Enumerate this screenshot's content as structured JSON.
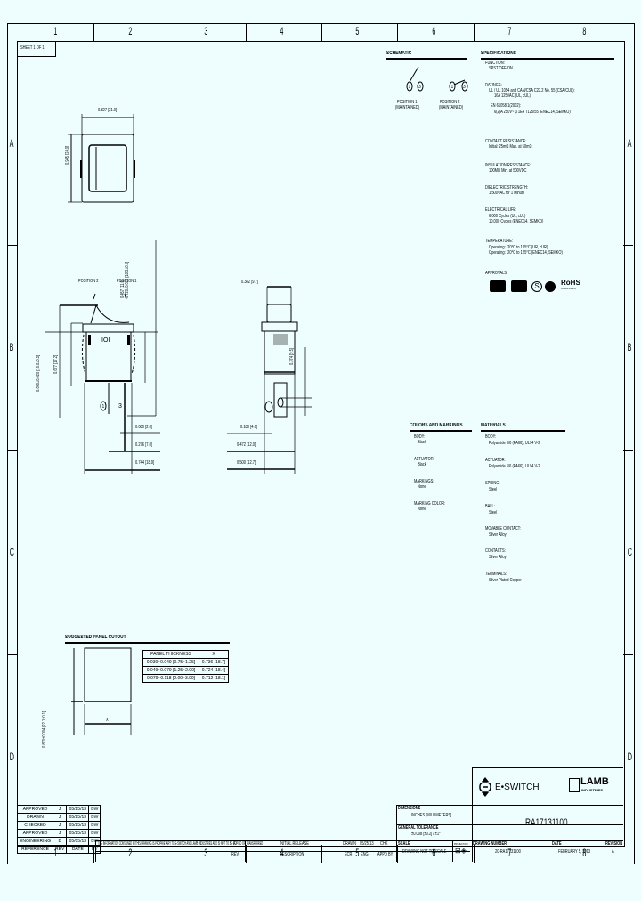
{
  "frame": {
    "columns": [
      "1",
      "2",
      "3",
      "4",
      "5",
      "6",
      "7",
      "8"
    ],
    "rows": [
      "A",
      "B",
      "C",
      "D"
    ],
    "sheet": "SHEET 1 OF 1",
    "background": "#eefeff"
  },
  "schematic": {
    "title": "SCHEMATIC",
    "positions": [
      {
        "label": "POSITION 1",
        "sub": "(MAINTAINED)",
        "terminals": [
          "1",
          "3"
        ]
      },
      {
        "label": "POSITION 2",
        "sub": "(MAINTAINED)",
        "terminals": [
          "1",
          "3"
        ]
      }
    ]
  },
  "specifications": {
    "title": "SPECIFICATIONS",
    "items": [
      {
        "label": "FUNCTION:",
        "values": [
          "SPST OFF-ON"
        ]
      },
      {
        "label": "RATINGS:",
        "values": [
          "UL / UL 1054 and CAN/CSA C22.2 No. 55 (CSA/CUL):",
          "16A 125VAC (UL, cUL)",
          "EN 61058-1(2002):",
          "6(2)A 250V~ μ 1E4 T125/55 (ENEC14, SEMKO)"
        ]
      },
      {
        "label": "CONTACT RESISTANCE:",
        "values": [
          "Initial: 25mΩ Max. at 50mΩ"
        ]
      },
      {
        "label": "INSULATION RESISTANCE:",
        "values": [
          "100MΩ Min. at 500VDC"
        ]
      },
      {
        "label": "DIELECTRIC STRENGTH:",
        "values": [
          "1,500VAC for 1 Minute"
        ]
      },
      {
        "label": "ELECTRICAL LIFE:",
        "values": [
          "6,000 Cycles (UL, cUL)",
          "10,000 Cycles (ENEC14, SEMKO)"
        ]
      },
      {
        "label": "TEMPERATURE:",
        "values": [
          "Operating: -20°C to 105°C (UR, cUR)",
          "Operating: -20°C to 125°C (ENEC14, SEMKO)"
        ]
      },
      {
        "label": "APPROVALS:",
        "values": []
      }
    ],
    "approvals": [
      "UR",
      "cUR",
      "S",
      "ENEC",
      "RoHS COMPLIANT"
    ]
  },
  "colors_markings": {
    "title": "COLORS AND MARKINGS",
    "items": [
      {
        "label": "BODY:",
        "value": "Black"
      },
      {
        "label": "ACTUATOR:",
        "value": "Black"
      },
      {
        "label": "MARKINGS:",
        "value": "None"
      },
      {
        "label": "MARKING COLOR:",
        "value": "None"
      }
    ]
  },
  "materials": {
    "title": "MATERIALS",
    "items": [
      {
        "label": "BODY:",
        "value": "Polyamide 6/6 (PA66), UL94 V-2"
      },
      {
        "label": "ACTUATOR:",
        "value": "Polyamide 6/6 (PA66), UL94 V-2"
      },
      {
        "label": "SPRING:",
        "value": "Steel"
      },
      {
        "label": "BALL:",
        "value": "Steel"
      },
      {
        "label": "MOVABLE CONTACT:",
        "value": "Silver Alloy"
      },
      {
        "label": "CONTACTS:",
        "value": "Silver Alloy"
      },
      {
        "label": "TERMINALS:",
        "value": "Silver Plated Copper"
      }
    ]
  },
  "dimensions": {
    "top_width": "0.827 [21.0]",
    "top_height": "0.945 [24.0]",
    "pos2": "POSITION 2",
    "pos1": "POSITION 1",
    "h1": "0.457 [11.6]",
    "h2": "0.720±0.020 [18.3±0.5]",
    "h3": "0.630±0.020 [16.0±0.5]",
    "h4": "0.677 [17.2]",
    "w1": "0.080 [2.0]",
    "w2": "0.276 [7.0]",
    "w3": "0.744 [18.9]",
    "side_top": "0.382 [9.7]",
    "side_w1": "0.180 [4.6]",
    "side_w2": "0.472 [12.0]",
    "side_w3": "0.500 [12.7]",
    "side_h": "0.374 [9.5]",
    "terminal_1": "1",
    "terminal_3": "3"
  },
  "panel_cutout": {
    "title": "SUGGESTED PANEL CUTOUT",
    "x_label": "X",
    "y_label": "0.870±0.004 [22.1±0.1]",
    "headers": [
      "PANEL THICKNESS",
      "X"
    ],
    "rows": [
      [
        "0.030~0.049 [0.75~1.25]",
        "0.736 [18.7]"
      ],
      [
        "0.049~0.079 [1.25~2.00]",
        "0.724 [18.4]"
      ],
      [
        "0.079~0.118 [2.00~3.00]",
        "0.712 [18.1]"
      ]
    ]
  },
  "revision_table": {
    "rows": [
      [
        "APPROVED",
        "J",
        "05/25/13",
        "BW"
      ],
      [
        "DRAWN",
        "J",
        "05/25/13",
        "BW"
      ],
      [
        "CHECKED",
        "J",
        "05/25/13",
        "BW"
      ],
      [
        "APPROVED",
        "J",
        "05/25/13",
        "BW"
      ],
      [
        "ENGINEERING",
        "B",
        "05/05/13",
        "BW"
      ],
      [
        "REFERENCE",
        "REV",
        "DATE",
        "BY"
      ]
    ]
  },
  "title_block": {
    "proprietary": "THE INFORMATION CONTAINED IN THIS DRAWING IS PROPRIETARY TO E-SWITCH AND LAMB INDUSTRIES AND IS NOT TO BE COPIED OR TRANSFERRED",
    "rev_letter": "A",
    "rev_label": "REV.",
    "release": "INITIAL RELEASE",
    "description": "DESCRIPTION",
    "drawn": "DRAWN",
    "date": "05/25/13",
    "ecr": "ECR",
    "chk": "CHK",
    "app": "APP",
    "eng": "ENG",
    "appd_by": "APPD BY",
    "dimensions_label": "DIMENSIONS",
    "dimensions_value": "INCHES [MILLIMETERS]",
    "tolerance_label": "GENERAL TOLERANCE",
    "tolerance_value": "±0.008 [±0.2] / ±1°",
    "scale_label": "SCALE",
    "scale_value": "DRAWING NOT TO SCALE",
    "projection_label": "PROJECTION",
    "brand1": "E•SWITCH",
    "brand2": "LAMB",
    "brand2_sub": "INDUSTRIES",
    "part_number": "RA17131100",
    "drawing_number_label": "DRAWING NUMBER",
    "drawing_number": "20-RA17131100",
    "date_label": "DATE",
    "date_value": "FEBRUARY 5, 2013",
    "revision_label": "REVISION",
    "revision_value": "A"
  }
}
